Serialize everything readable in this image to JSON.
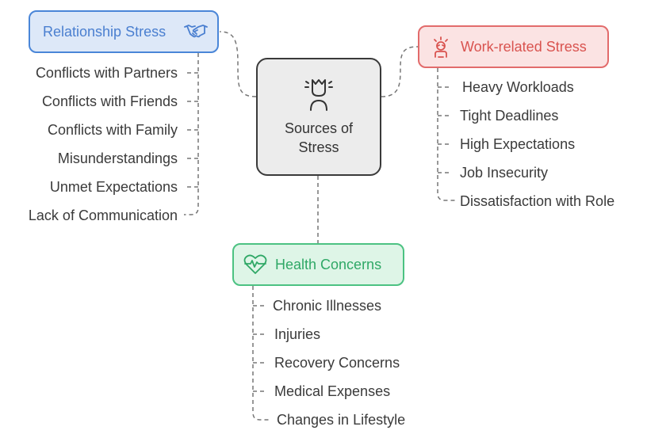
{
  "center": {
    "title": "Sources of Stress",
    "icon": "stressed-person-icon"
  },
  "branches": {
    "relationship": {
      "title": "Relationship Stress",
      "icon": "handshake-icon",
      "color": "#4a86d8",
      "items": [
        "Conflicts with Partners",
        "Conflicts with Friends",
        "Conflicts with Family",
        "Misunderstandings",
        "Unmet Expectations",
        "Lack of Communication"
      ]
    },
    "work": {
      "title": "Work-related Stress",
      "icon": "stressed-worker-icon",
      "color": "#e26b6b",
      "items": [
        "Heavy Workloads",
        "Tight Deadlines",
        "High Expectations",
        "Job Insecurity",
        "Dissatisfaction with Role"
      ]
    },
    "health": {
      "title": "Health Concerns",
      "icon": "heartbeat-icon",
      "color": "#4cc282",
      "items": [
        "Chronic Illnesses",
        "Injuries",
        "Recovery Concerns",
        "Medical Expenses",
        "Changes in Lifestyle"
      ]
    }
  }
}
